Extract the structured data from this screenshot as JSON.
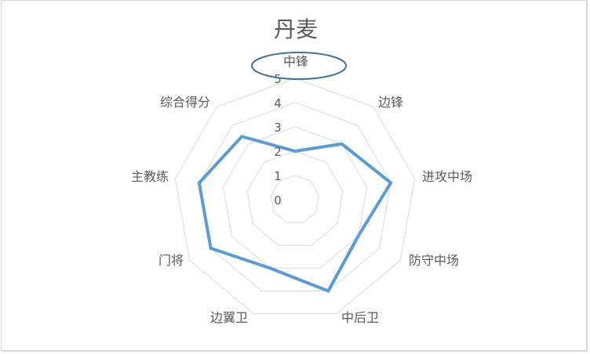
{
  "chart_data": {
    "type": "radar",
    "title": "丹麦",
    "categories": [
      "中锋",
      "边锋",
      "进攻中场",
      "防守中场",
      "中后卫",
      "边翼卫",
      "门将",
      "主教练",
      "综合得分"
    ],
    "series": [
      {
        "name": "丹麦",
        "values": [
          2,
          3,
          4,
          3,
          4,
          3,
          4,
          4,
          3.4
        ],
        "color": "#5b9bd5"
      }
    ],
    "rlim": [
      0,
      5
    ],
    "ticks": [
      "0",
      "1",
      "2",
      "3",
      "4",
      "5"
    ],
    "grid": true,
    "gridline_color": "#d9d9d9",
    "legend": "none",
    "annotation": {
      "type": "ellipse",
      "around": "中锋",
      "color": "#41719c"
    }
  }
}
